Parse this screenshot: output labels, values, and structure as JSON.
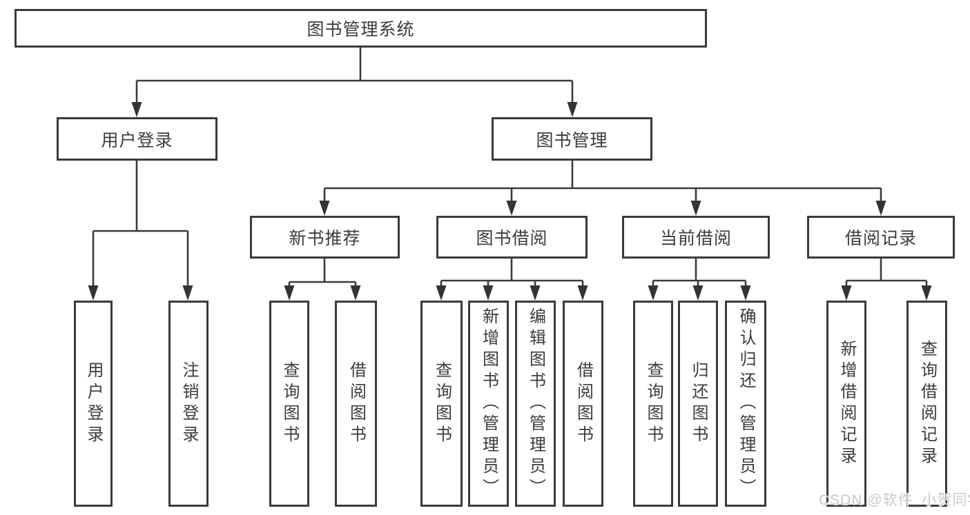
{
  "diagram": {
    "title": "图书管理系统",
    "colors": {
      "line": "#3a3a3a",
      "box_border": "#3a3a3a",
      "box_background": "#ffffff",
      "text": "#3b3b3b",
      "watermark": "#c9c9c9"
    },
    "nodes": {
      "root": "图书管理系统",
      "user_login": "用户登录",
      "book_mgmt": "图书管理",
      "new_book_rec": "新书推荐",
      "book_borrow": "图书借阅",
      "current_borrow": "当前借阅",
      "borrow_records": "借阅记录",
      "v_user_login": "用户登录",
      "v_logout": "注销登录",
      "v_query_book_1": "查询图书",
      "v_borrow_book_1": "借阅图书",
      "v_query_book_2": "查询图书",
      "v_add_book": "新增图书（管理员）",
      "v_edit_book": "编辑图书（管理员）",
      "v_borrow_book_2": "借阅图书",
      "v_query_book_3": "查询图书",
      "v_return_book": "归还图书",
      "v_confirm_return": "确认归还（管理员）",
      "v_add_record": "新增借阅记录",
      "v_query_record": "查询借阅记录"
    },
    "watermark": "CSDN @软件_小贺同学"
  }
}
